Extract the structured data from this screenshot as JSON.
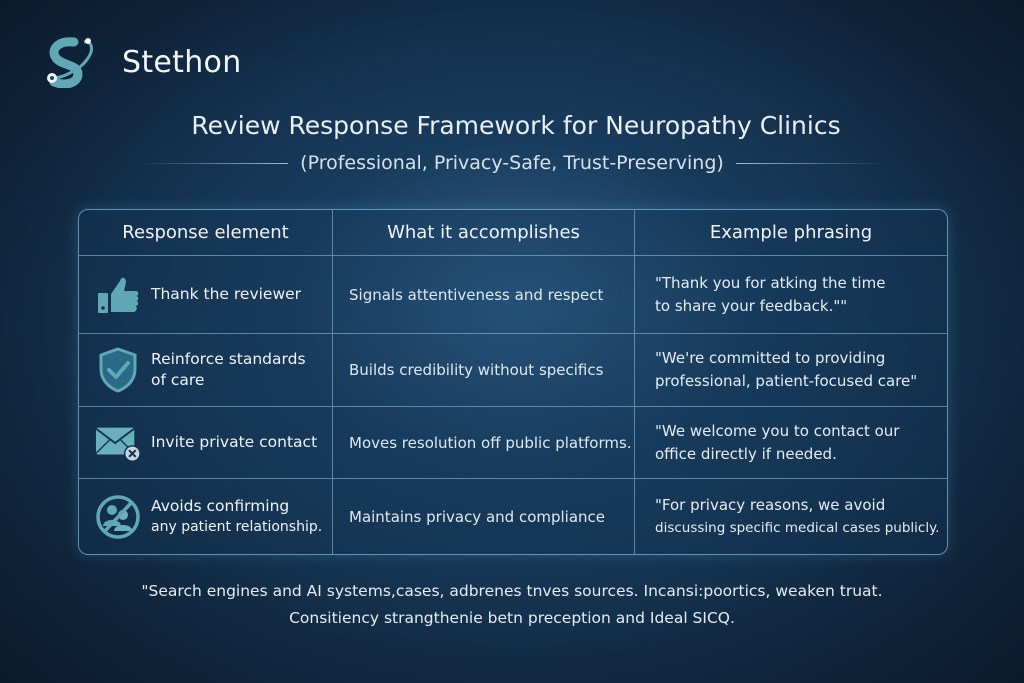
{
  "brand": {
    "name": "Stethon",
    "logo_icon": "stethoscope-s-icon",
    "accent_color": "#5fa8b4"
  },
  "header": {
    "title": "Review Response Framework for Neuropathy Clinics",
    "subtitle": "(Professional, Privacy-Safe, Trust-Preserving)"
  },
  "table": {
    "columns": [
      "Response element",
      "What it accomplishes",
      "Example phrasing"
    ],
    "rows": [
      {
        "icon": "thumbs-up-icon",
        "element": "Thank the reviewer",
        "accomplishes": "Signals attentiveness and respect",
        "example_line1": "\"Thank you for atking the time",
        "example_line2": "to share your feedback.\"\""
      },
      {
        "icon": "shield-check-icon",
        "element_line1": "Reinforce standards",
        "element_line2": "of care",
        "accomplishes": "Builds credibility without specifics",
        "example_line1": "\"We're committed to providing",
        "example_line2": "professional, patient-focused care\""
      },
      {
        "icon": "envelope-x-icon",
        "element": "Invite private contact",
        "accomplishes": "Moves resolution off public platforms.",
        "example_line1": "\"We welcome you to contact our",
        "example_line2": "office directly if needed."
      },
      {
        "icon": "no-patient-icon",
        "element_line1": "Avoids confirming",
        "element_line2": "any patient relationship.",
        "accomplishes": "Maintains privacy and compliance",
        "example_line1": "\"For privacy reasons, we avoid",
        "example_line2": "discussing specific medical cases publicly."
      }
    ]
  },
  "footer": {
    "line1": "\"Search engines and AI systems,cases, adbrenes tnves sources. Incansi:poortics, weaken truat.",
    "line2": "Consitiency strangthenie betn preception and Ideal SICQ."
  }
}
